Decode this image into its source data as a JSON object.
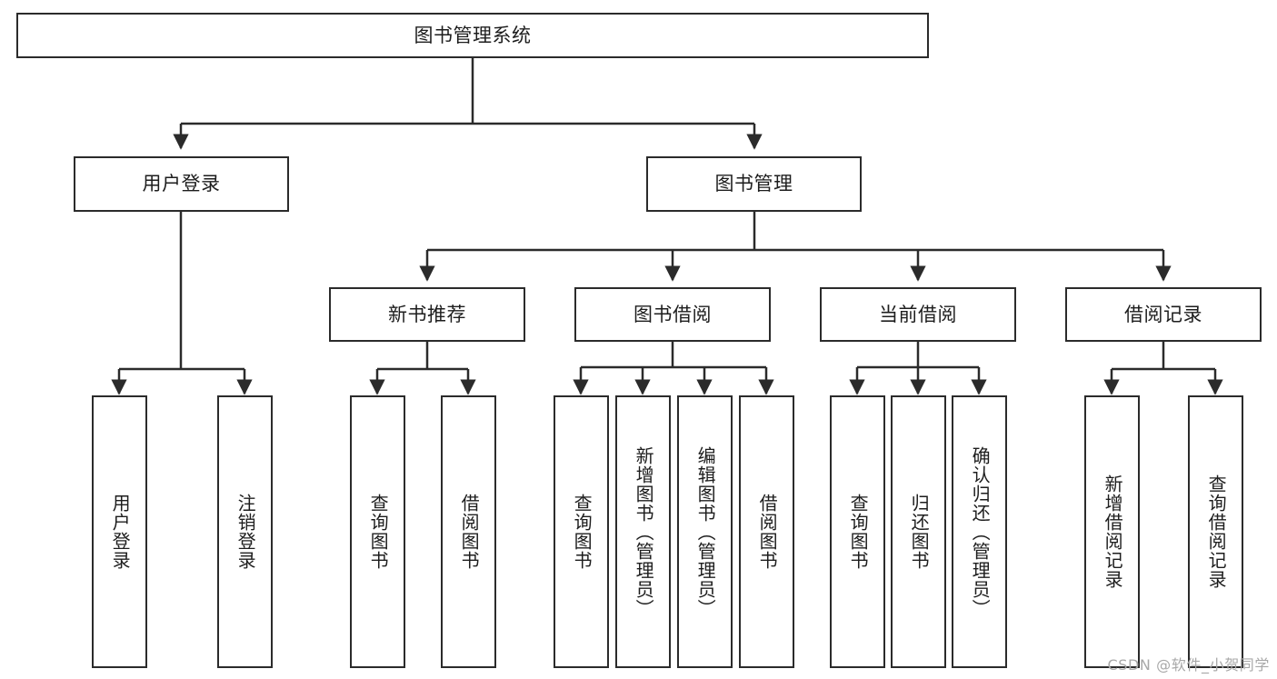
{
  "diagram": {
    "title": "图书管理系统",
    "watermark": "CSDN @软件_小贺同学",
    "stroke_color": "#2b2b2b",
    "background_color": "#ffffff",
    "text_color": "#1d1d1d",
    "levels": {
      "root": {
        "label": "图书管理系统"
      },
      "level2": [
        {
          "label": "用户登录"
        },
        {
          "label": "图书管理"
        }
      ],
      "level3": [
        {
          "label": "新书推荐"
        },
        {
          "label": "图书借阅"
        },
        {
          "label": "当前借阅"
        },
        {
          "label": "借阅记录"
        }
      ],
      "leaves": [
        {
          "label": "用户登录"
        },
        {
          "label": "注销登录"
        },
        {
          "label": "查询图书"
        },
        {
          "label": "借阅图书"
        },
        {
          "label": "查询图书"
        },
        {
          "label": "新增图书（管理员）"
        },
        {
          "label": "编辑图书（管理员）"
        },
        {
          "label": "借阅图书"
        },
        {
          "label": "查询图书"
        },
        {
          "label": "归还图书"
        },
        {
          "label": "确认归还（管理员）"
        },
        {
          "label": "新增借阅记录"
        },
        {
          "label": "查询借阅记录"
        }
      ]
    }
  }
}
